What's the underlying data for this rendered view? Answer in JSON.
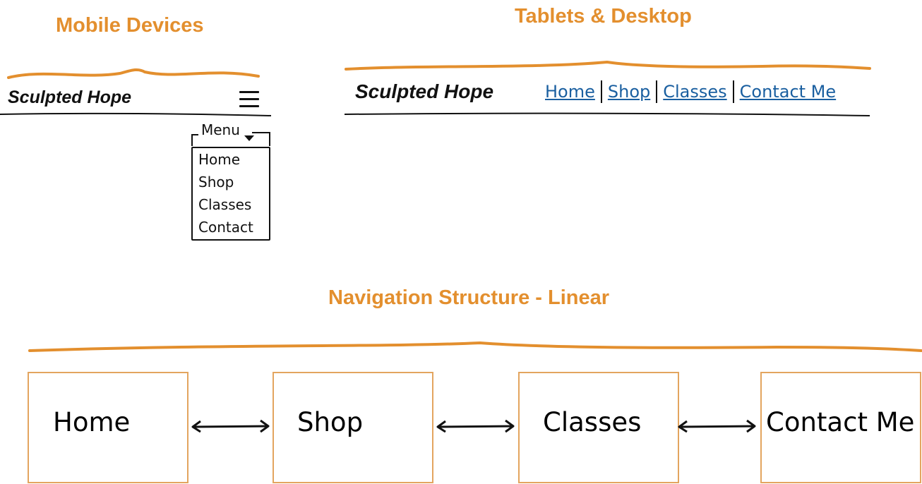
{
  "headings": {
    "mobile": "Mobile Devices",
    "desktop": "Tablets & Desktop",
    "structure": "Navigation Structure - Linear"
  },
  "mobile": {
    "brand": "Sculpted Hope",
    "menu_icon": "hamburger-icon",
    "menu_label": "Menu",
    "menu_items": [
      "Home",
      "Shop",
      "Classes",
      "Contact"
    ]
  },
  "desktop": {
    "brand": "Sculpted Hope",
    "links": [
      "Home",
      "Shop",
      "Classes",
      "Contact Me"
    ]
  },
  "structure": {
    "pages": [
      "Home",
      "Shop",
      "Classes",
      "Contact Me"
    ],
    "connector_icon": "double-arrow-icon"
  },
  "colors": {
    "accent": "#e38f2e",
    "box_border": "#e3a55f",
    "link": "#1a5fa0",
    "text": "#111111"
  }
}
